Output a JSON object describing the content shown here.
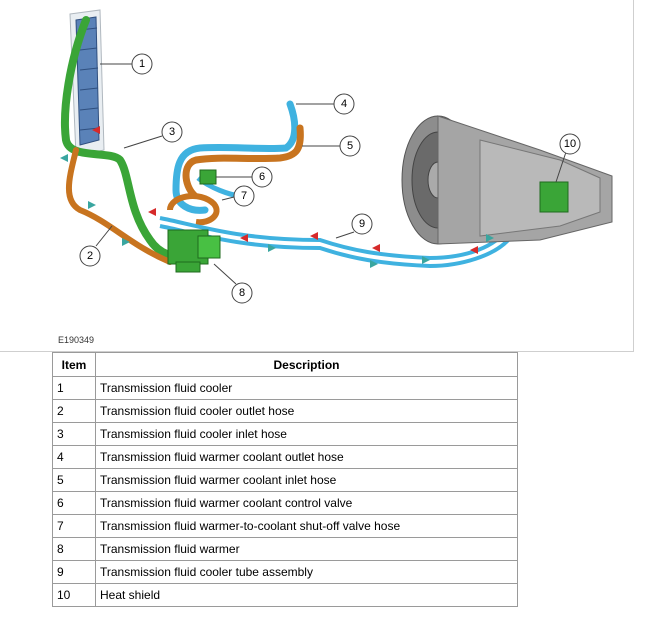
{
  "figure": {
    "id": "E190349",
    "callouts": [
      "1",
      "2",
      "3",
      "4",
      "5",
      "6",
      "7",
      "8",
      "9",
      "10"
    ]
  },
  "table": {
    "headers": [
      "Item",
      "Description"
    ],
    "rows": [
      {
        "item": "1",
        "description": "Transmission fluid cooler"
      },
      {
        "item": "2",
        "description": "Transmission fluid cooler outlet hose"
      },
      {
        "item": "3",
        "description": "Transmission fluid cooler inlet hose"
      },
      {
        "item": "4",
        "description": "Transmission fluid warmer coolant outlet hose"
      },
      {
        "item": "5",
        "description": "Transmission fluid warmer coolant inlet hose"
      },
      {
        "item": "6",
        "description": "Transmission fluid warmer coolant control valve"
      },
      {
        "item": "7",
        "description": "Transmission fluid warmer-to-coolant shut-off valve hose"
      },
      {
        "item": "8",
        "description": "Transmission fluid warmer"
      },
      {
        "item": "9",
        "description": "Transmission fluid cooler tube assembly"
      },
      {
        "item": "10",
        "description": "Heat shield"
      }
    ]
  },
  "colors": {
    "cooler_green": "#3aa537",
    "outlet_orange": "#c8741f",
    "coolant_blue": "#3fb2e0",
    "flow_red": "#d62a2a",
    "flow_teal": "#3aa6a0",
    "transmission_gray": "#9a9a9a"
  }
}
